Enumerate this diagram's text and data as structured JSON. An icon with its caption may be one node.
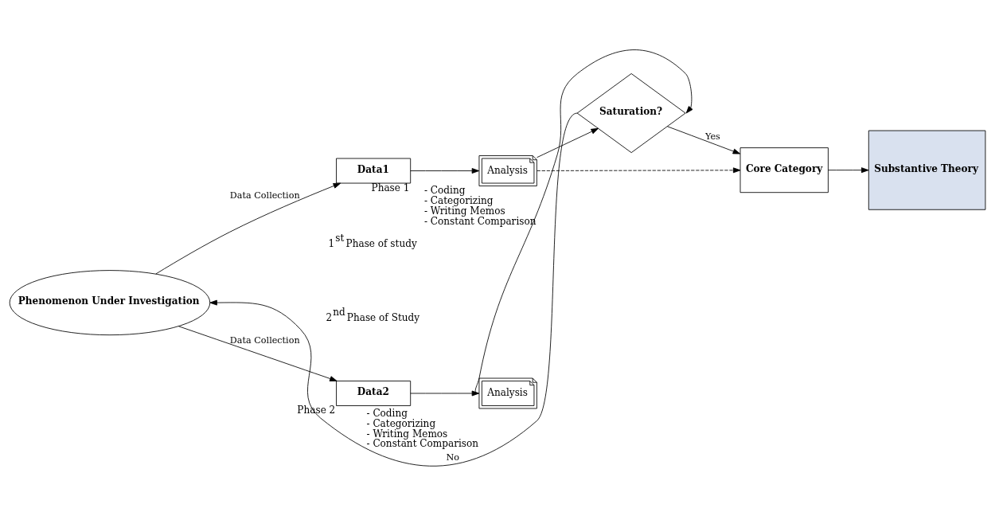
{
  "diagram": {
    "nodes": [
      {
        "text": [
          "Phenomenon Under Investigation"
        ]
      },
      {
        "text": [
          "Data1"
        ],
        "beside": [
          "Phase 1"
        ]
      },
      {
        "text": [
          "Analysis"
        ],
        "beside": [
          "- Coding",
          "- Categorizing",
          "- Writing Memos",
          "- Constant Comparison"
        ]
      },
      {
        "text": [
          "Saturation?"
        ]
      },
      {
        "text": [
          "Core Category"
        ]
      },
      {
        "text": [
          "Substantive Theory"
        ]
      },
      {
        "text": [
          "Data2"
        ],
        "beside": [
          "Phase 2"
        ]
      },
      {
        "text": [
          "Analysis"
        ],
        "beside": [
          "- Coding",
          "- Categorizing",
          "- Writing Memos",
          "- Constant Comparison"
        ]
      }
    ],
    "edges": [
      {
        "from": 0,
        "to": 1,
        "arrow": "to",
        "label": "Data Collection"
      },
      {
        "from": 1,
        "to": 2,
        "arrow": "to"
      },
      {
        "from": 2,
        "to": 3,
        "arrow": "to"
      },
      {
        "from": 2,
        "to": 4,
        "arrow": "to",
        "style": "dashed"
      },
      {
        "from": 3,
        "to": 0,
        "arrow": "to",
        "label": "No"
      },
      {
        "from": 3,
        "to": 4,
        "arrow": "to",
        "label": "Yes"
      },
      {
        "from": 4,
        "to": 5,
        "arrow": "to"
      },
      {
        "from": 0,
        "to": 6,
        "arrow": "to",
        "label": "Data Collection"
      },
      {
        "from": 6,
        "to": 7,
        "arrow": "to"
      },
      {
        "from": 7,
        "to": 3,
        "arrow": "to"
      }
    ],
    "labels": [
      "1$^{st}$ Phase of study",
      "2$^{nd}$ Phase of Study"
    ]
  }
}
